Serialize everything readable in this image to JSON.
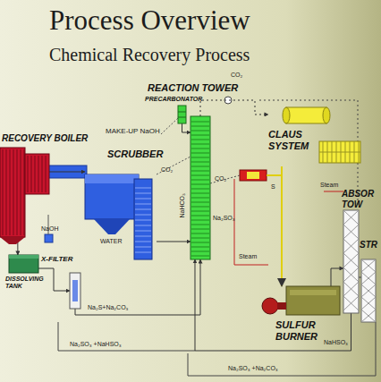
{
  "diagram": {
    "title": "Process Overview",
    "nodes": [
      {
        "text": [
          "RECOVERY BOILER"
        ]
      },
      {
        "text": [
          "SCRUBBER"
        ]
      },
      {
        "text": [
          "PRECARBONATOR"
        ]
      },
      {
        "text": [
          "REACTION TOWER"
        ]
      },
      {
        "text": [
          "CLAUS SYSTEM"
        ]
      },
      {
        "text": [
          "SULFUR BURNER"
        ]
      },
      {
        "text": [
          "ABSOR TOW"
        ]
      },
      {
        "text": [
          "STR"
        ]
      },
      {
        "text": [
          "DISSOLVING TANK"
        ]
      },
      {
        "text": [
          "X-FILTER"
        ]
      }
    ],
    "edges": [
      {
        "from": 0,
        "to": 1,
        "arrow": "to"
      },
      {
        "from": 0,
        "to": 8,
        "arrow": "to"
      },
      {
        "from": 8,
        "to": 9,
        "arrow": "to"
      },
      {
        "from": 9,
        "to": 3,
        "arrow": "to"
      },
      {
        "from": 1,
        "to": 3,
        "arrow": "to"
      },
      {
        "from": 2,
        "to": 3,
        "arrow": "to"
      },
      {
        "from": 3,
        "to": 4,
        "arrow": "to"
      },
      {
        "from": 4,
        "to": 5,
        "arrow": "to"
      },
      {
        "from": 5,
        "to": 6,
        "arrow": "to"
      },
      {
        "from": 6,
        "to": 7,
        "arrow": "none"
      },
      {
        "from": 6,
        "to": 3,
        "arrow": "to"
      }
    ],
    "labels": [
      "Chemical Recovery Process",
      "CO₂",
      "MAKE-UP NaOH",
      "CO₂",
      "CO₂",
      "NaHCO₃",
      "Na₂SO₃",
      "S",
      "Steam",
      "Steam",
      "NaOH",
      "WATER",
      "Na₂S+Na₂CO₃",
      "Na₂SO₃ +NaHSO₃",
      "NaHSO₃",
      "Na₂SO₃ +Na₂CO₃"
    ]
  }
}
